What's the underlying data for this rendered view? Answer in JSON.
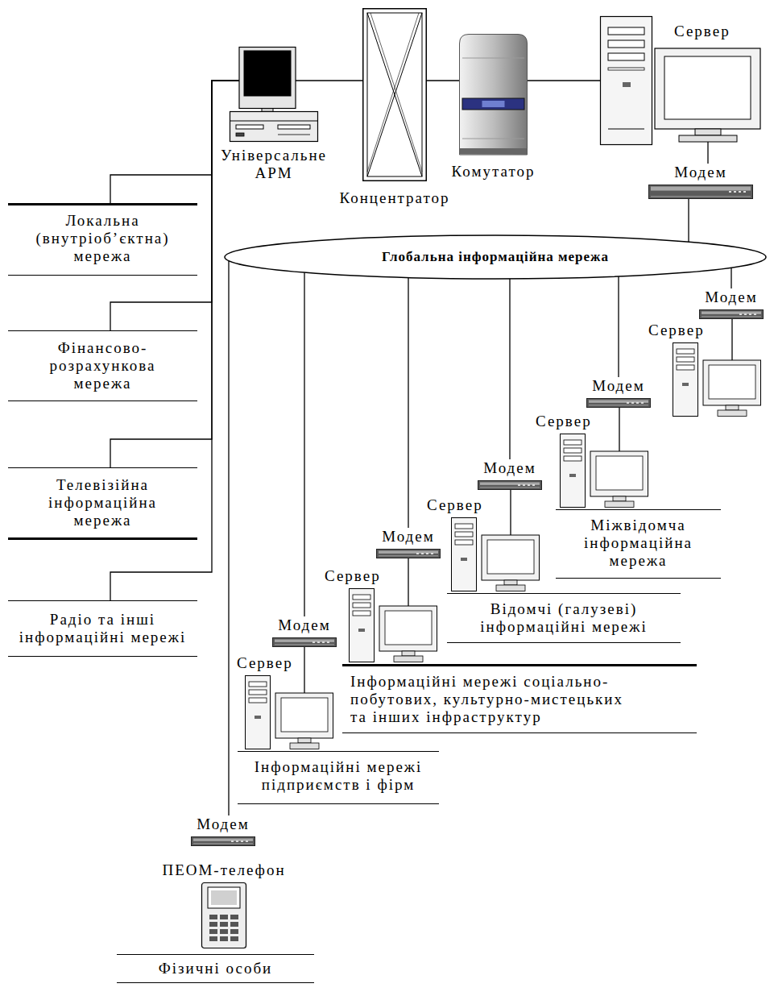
{
  "diagram": {
    "nodes": [
      {
        "text": [
          "Універсальне АРМ"
        ]
      },
      {
        "text": [
          "Концентратор"
        ]
      },
      {
        "text": [
          "Комутатор"
        ]
      },
      {
        "text": [
          "Сервер"
        ]
      },
      {
        "text": [
          "Модем"
        ]
      },
      {
        "text": [
          "Глобальна інформаційна мережа"
        ]
      },
      {
        "text": [
          "Локальна (внутріоб’єктна) мережа"
        ]
      },
      {
        "text": [
          "Фінансово- розрахункова мережа"
        ]
      },
      {
        "text": [
          "Телевізійна інформаційна мережа"
        ]
      },
      {
        "text": [
          "Радіо та інші інформаційні мережі"
        ]
      },
      {
        "text": [
          "Модем"
        ]
      },
      {
        "text": [
          "Сервер"
        ]
      },
      {
        "text": [
          "Модем"
        ]
      },
      {
        "text": [
          "Сервер"
        ]
      },
      {
        "text": [
          "Міжвідомча інформаційна мережа"
        ]
      },
      {
        "text": [
          "Модем"
        ]
      },
      {
        "text": [
          "Сервер"
        ]
      },
      {
        "text": [
          "Відомчі (галузеві) інформаційні мережі"
        ]
      },
      {
        "text": [
          "Модем"
        ]
      },
      {
        "text": [
          "Сервер"
        ]
      },
      {
        "text": [
          "Інформаційні мережі соціально- побутових, культурно-мистецьких та інших інфраструктур"
        ]
      },
      {
        "text": [
          "Модем"
        ]
      },
      {
        "text": [
          "Сервер"
        ]
      },
      {
        "text": [
          "Інформаційні мережі підприємств і фірм"
        ]
      },
      {
        "text": [
          "Модем"
        ]
      },
      {
        "text": [
          "ПЕОМ-телефон"
        ]
      },
      {
        "text": [
          "Фізичні особи"
        ]
      }
    ],
    "edges": [
      {
        "from": 0,
        "to": 1,
        "arrow": "none"
      },
      {
        "from": 1,
        "to": 2,
        "arrow": "none"
      },
      {
        "from": 2,
        "to": 3,
        "arrow": "none"
      },
      {
        "from": 3,
        "to": 4,
        "arrow": "none"
      },
      {
        "from": 4,
        "to": 5,
        "arrow": "none"
      },
      {
        "from": 5,
        "to": 10,
        "arrow": "none"
      },
      {
        "from": 10,
        "to": 11,
        "arrow": "none"
      },
      {
        "from": 5,
        "to": 12,
        "arrow": "none"
      },
      {
        "from": 12,
        "to": 13,
        "arrow": "none"
      },
      {
        "from": 5,
        "to": 15,
        "arrow": "none"
      },
      {
        "from": 15,
        "to": 16,
        "arrow": "none"
      },
      {
        "from": 5,
        "to": 18,
        "arrow": "none"
      },
      {
        "from": 18,
        "to": 19,
        "arrow": "none"
      },
      {
        "from": 5,
        "to": 21,
        "arrow": "none"
      },
      {
        "from": 21,
        "to": 22,
        "arrow": "none"
      },
      {
        "from": 5,
        "to": 24,
        "arrow": "none"
      },
      {
        "from": 0,
        "to": 6,
        "arrow": "none"
      },
      {
        "from": 0,
        "to": 7,
        "arrow": "none"
      },
      {
        "from": 0,
        "to": 8,
        "arrow": "none"
      },
      {
        "from": 0,
        "to": 9,
        "arrow": "none"
      }
    ]
  }
}
